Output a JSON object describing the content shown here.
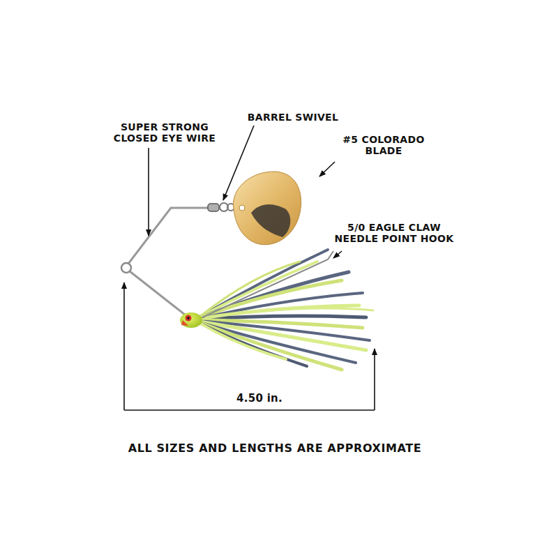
{
  "diagram": {
    "labels": [
      "SUPER STRONG CLOSED EYE WIRE",
      "BARREL SWIVEL",
      "#5 COLORADO BLADE",
      "5/0 EAGLE CLAW NEEDLE POINT HOOK",
      "4.50 in."
    ],
    "caption": "ALL SIZES AND LENGTHS ARE APPROXIMATE"
  }
}
